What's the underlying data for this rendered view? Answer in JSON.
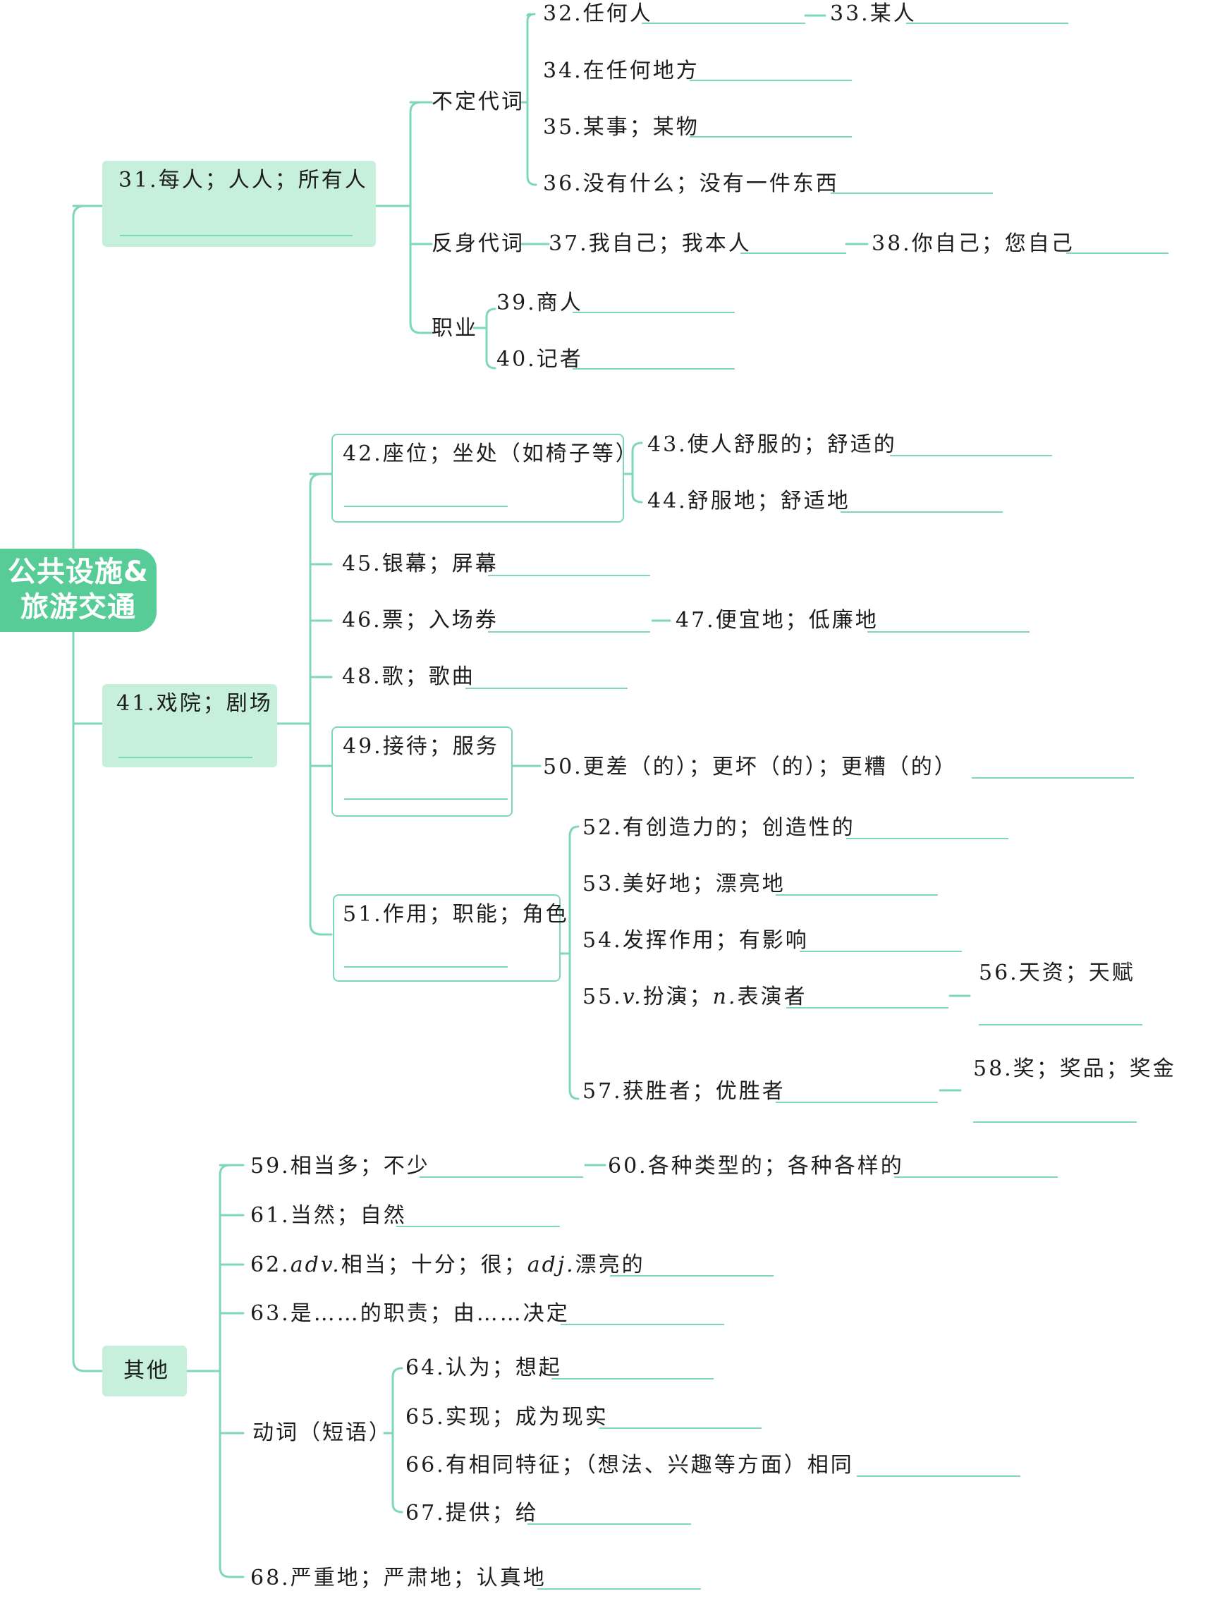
{
  "root": {
    "line1": "公共设施&",
    "line2": "旅游交通"
  },
  "groups": {
    "g31": "31.每人；人人；所有人",
    "g41": "41.戏院；剧场",
    "other": "其他"
  },
  "categories": {
    "indef": "不定代词",
    "refl": "反身代词",
    "job": "职业",
    "verbs": "动词（短语）"
  },
  "items": {
    "i32": "32.任何人",
    "i33": "33.某人",
    "i34": "34.在任何地方",
    "i35": "35.某事；某物",
    "i36": "36.没有什么；没有一件东西",
    "i37": "37.我自己；我本人",
    "i38": "38.你自己；您自己",
    "i39": "39.商人",
    "i40": "40.记者",
    "i42": "42.座位；坐处（如椅子等）",
    "i43": "43.使人舒服的；舒适的",
    "i44": "44.舒服地；舒适地",
    "i45": "45.银幕；屏幕",
    "i46": "46.票；入场券",
    "i47": "47.便宜地；低廉地",
    "i48": "48.歌；歌曲",
    "i49": "49.接待；服务",
    "i50": "50.更差（的）；更坏（的）；更糟（的）",
    "i51": "51.作用；职能；角色",
    "i52": "52.有创造力的；创造性的",
    "i53": "53.美好地；漂亮地",
    "i54": "54.发挥作用；有影响",
    "i55a": "55.",
    "i55b": "v.",
    "i55c": "扮演；",
    "i55d": "n.",
    "i55e": "表演者",
    "i56": "56.天资；天赋",
    "i57": "57.获胜者；优胜者",
    "i58": "58.奖；奖品；奖金",
    "i59": "59.相当多；不少",
    "i60": "60.各种类型的；各种各样的",
    "i61": "61.当然；自然",
    "i62a": "62.",
    "i62b": "adv.",
    "i62c": "相当；十分；很；",
    "i62d": "adj.",
    "i62e": "漂亮的",
    "i63": "63.是……的职责；由……决定",
    "i64": "64.认为；想起",
    "i65": "65.实现；成为现实",
    "i66": "66.有相同特征；（想法、兴趣等方面）相同",
    "i67": "67.提供；给",
    "i68": "68.严重地；严肃地；认真地"
  },
  "colors": {
    "accent": "#57cc97",
    "line": "#7fd8b5",
    "box_fill": "#c7f0dc"
  }
}
